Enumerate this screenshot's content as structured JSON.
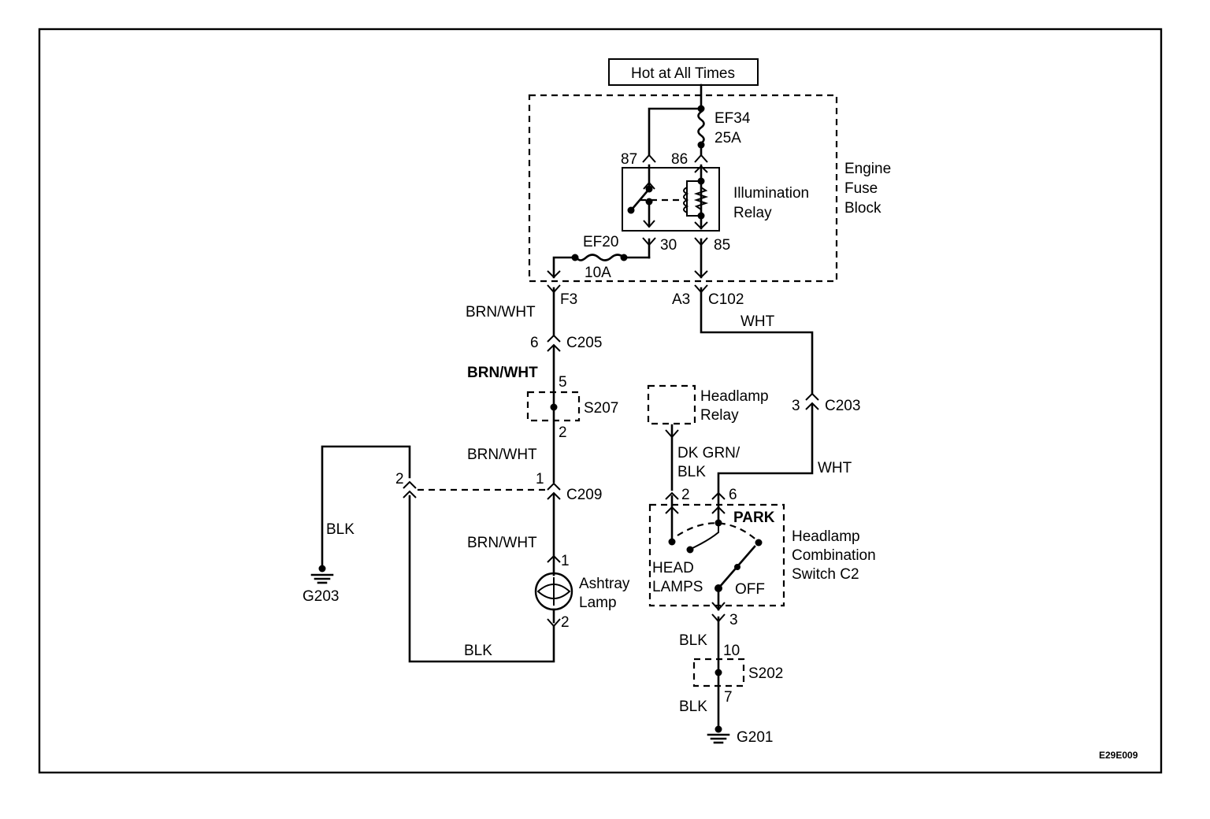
{
  "power_label": "Hot at All Times",
  "engine_fuse_block": {
    "label_lines": [
      "Engine",
      "Fuse",
      "Block"
    ],
    "fuse_ef34": "EF34",
    "fuse_ef34_rating": "25A",
    "fuse_ef20": "EF20",
    "fuse_ef20_rating": "10A",
    "relay_lines": [
      "Illumination",
      "Relay"
    ],
    "pin_87": "87",
    "pin_86": "86",
    "pin_30": "30",
    "pin_85": "85"
  },
  "connectors": {
    "f3": "F3",
    "a3": "A3",
    "c102": "C102",
    "c205_pin": "6",
    "c205": "C205",
    "c203_pin": "3",
    "c203": "C203",
    "c209_pin_1": "1",
    "c209_pin_2": "2",
    "c209": "C209"
  },
  "splices": {
    "s207": "S207",
    "s207_pin_top": "5",
    "s207_pin_bottom": "2",
    "s202": "S202",
    "s202_pin_top": "10",
    "s202_pin_bottom": "7"
  },
  "wires": {
    "brn_wht_1": "BRN/WHT",
    "brn_wht_2": "BRN/WHT",
    "brn_wht_3": "BRN/WHT",
    "brn_wht_4": "BRN/WHT",
    "wht_1": "WHT",
    "wht_2": "WHT",
    "dk_grn_blk_line1": "DK GRN/",
    "dk_grn_blk_line2": "BLK",
    "blk_ground_left": "BLK",
    "blk_bottom_loop": "BLK",
    "blk_switch_1": "BLK",
    "blk_switch_2": "BLK"
  },
  "components": {
    "headlamp_relay_lines": [
      "Headlamp",
      "Relay"
    ],
    "ashtray_lamp_lines": [
      "Ashtray",
      "Lamp"
    ],
    "ashtray_pin_1": "1",
    "ashtray_pin_2": "2",
    "switch_lines": [
      "Headlamp",
      "Combination",
      "Switch C2"
    ],
    "switch_pin_2": "2",
    "switch_pin_6": "6",
    "switch_pin_3": "3",
    "park": "PARK",
    "head_lamps_lines": [
      "HEAD",
      "LAMPS"
    ],
    "off": "OFF"
  },
  "grounds": {
    "g203": "G203",
    "g201": "G201"
  },
  "figure_code": "E29E009"
}
